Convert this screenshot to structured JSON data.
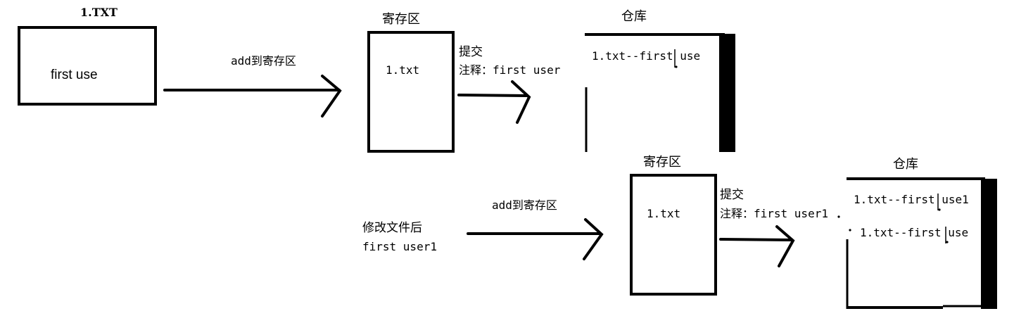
{
  "file": {
    "title": "1.TXT",
    "content": "first use"
  },
  "step1": {
    "arrow_label": "add到寄存区",
    "staging_title": "寄存区",
    "staging_content": "1.txt",
    "commit_label": "提交",
    "commit_note": "注释：first user",
    "repo_title": "仓库",
    "repo_entry": "1.txt--first use"
  },
  "step2": {
    "modify_label": "修改文件后",
    "modify_content": "first user1",
    "arrow_label": "add到寄存区",
    "staging_title": "寄存区",
    "staging_content": "1.txt",
    "commit_label": "提交",
    "commit_note": "注释：first user1",
    "repo_title": "仓库",
    "repo_entries": [
      "1.txt--first use1",
      "1.txt--first use"
    ]
  }
}
